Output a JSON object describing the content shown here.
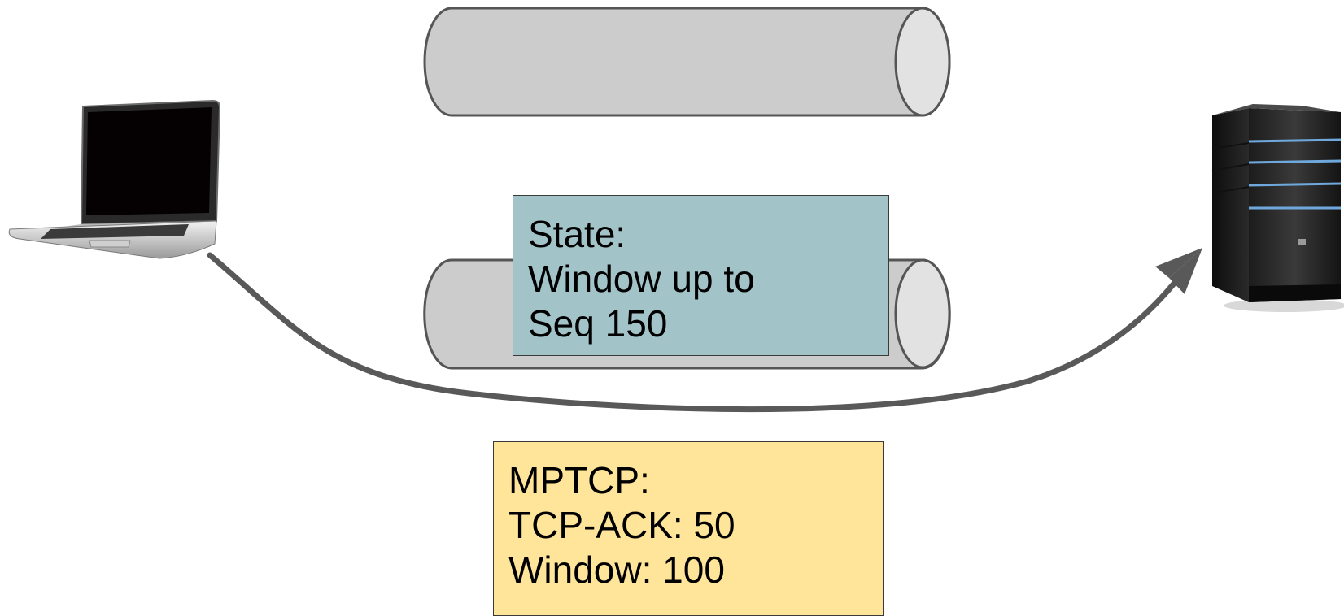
{
  "colors": {
    "pipe_fill": "#cccccc",
    "pipe_end_fill": "#e2e2e2",
    "pipe_stroke": "#555555",
    "state_box_fill": "#a2c4c9",
    "mptcp_box_fill": "#ffe599",
    "arrow_color": "#595959"
  },
  "devices": {
    "client_icon": "laptop-icon",
    "server_icon": "server-tower-icon"
  },
  "subflow_state_box": {
    "lines": [
      "State:",
      "Window up to",
      "Seq 150"
    ]
  },
  "mptcp_box": {
    "lines": [
      "MPTCP:",
      "TCP-ACK: 50",
      "Window: 100"
    ]
  }
}
